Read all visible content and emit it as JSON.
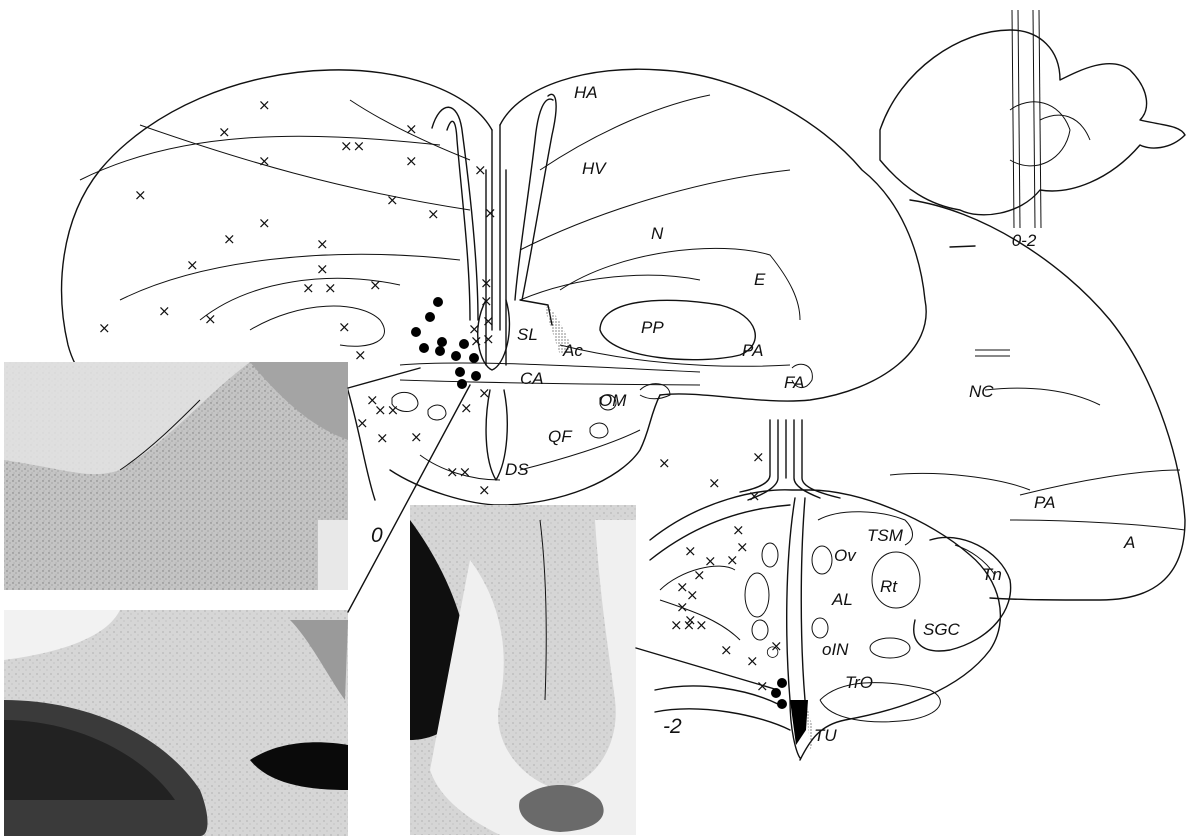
{
  "section_labels": {
    "plane_0": "0",
    "plane_minus2": "-2",
    "inset_planes": "0-2"
  },
  "regions_plane_0": [
    "HA",
    "HV",
    "N",
    "E",
    "PP",
    "PA",
    "SL",
    "Ac",
    "CA",
    "FA",
    "OM",
    "QF",
    "DS",
    "NC"
  ],
  "regions_plane_minus2": [
    "PA",
    "A",
    "TSM",
    "Tn",
    "Ov",
    "Rt",
    "AL",
    "SGC",
    "oIN",
    "TrO",
    "TU"
  ],
  "colors": {
    "ink": "#111111",
    "paper": "#ffffff",
    "micrograph_bg": "#b9b9b9"
  }
}
